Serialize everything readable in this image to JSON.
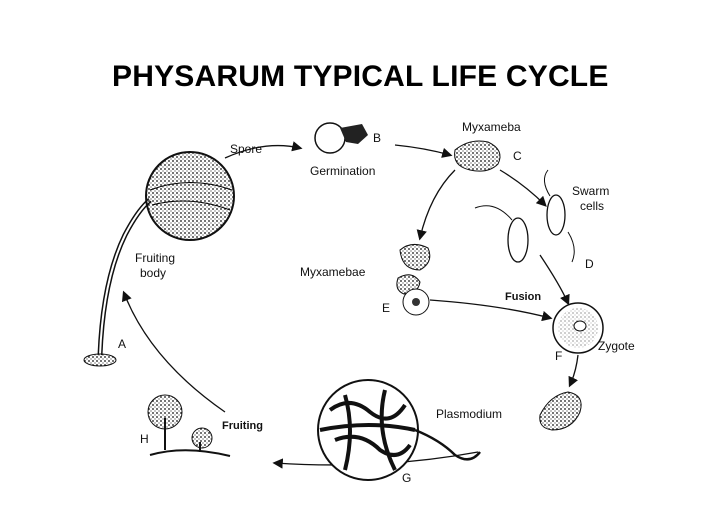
{
  "title": "PHYSARUM TYPICAL LIFE CYCLE",
  "labels": {
    "spore": "Spore",
    "germination": "Germination",
    "myxameba": "Myxameba",
    "swarm_cells_1": "Swarm",
    "swarm_cells_2": "cells",
    "fruiting_body_1": "Fruiting",
    "fruiting_body_2": "body",
    "myxamebae": "Myxamebae",
    "fusion": "Fusion",
    "zygote": "Zygote",
    "plasmodium": "Plasmodium",
    "fruiting": "Fruiting"
  },
  "stage_letters": {
    "a": "A",
    "b": "B",
    "c": "C",
    "d": "D",
    "e": "E",
    "f": "F",
    "g": "G",
    "h": "H"
  }
}
